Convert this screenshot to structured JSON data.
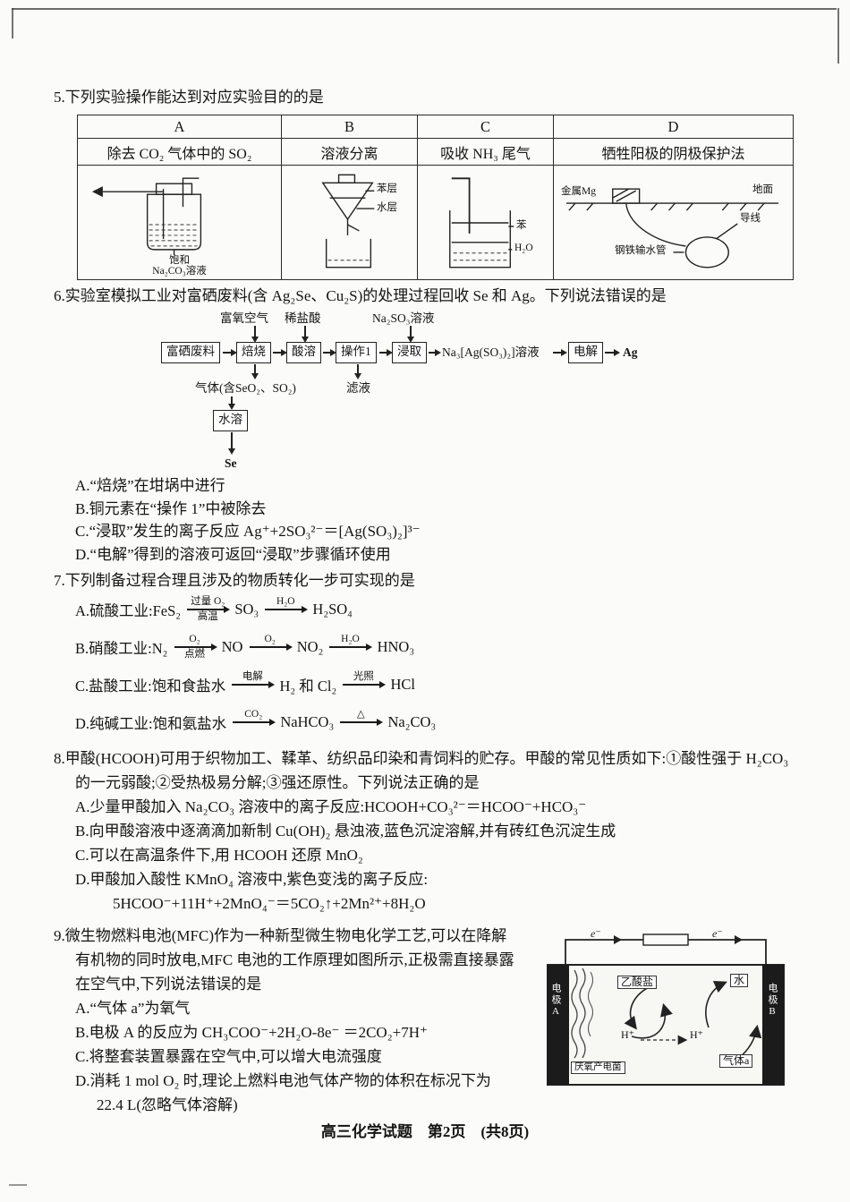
{
  "footer": "高三化学试题　第2页　(共8页)",
  "q5": {
    "stem": "5.下列实验操作能达到对应实验目的的是",
    "headers": [
      "A",
      "B",
      "C",
      "D"
    ],
    "purposes": [
      "除去 CO₂ 气体中的 SO₂",
      "溶液分离",
      "吸收 NH₃ 尾气",
      "牺牲阳极的阴极保护法"
    ],
    "figA": {
      "line1": "饱和",
      "line2": "Na₂CO₃溶液"
    },
    "figB": {
      "top": "苯层",
      "bottom": "水层"
    },
    "figC": {
      "top": "苯",
      "bottom": "H₂O"
    },
    "figD": {
      "mg": "金属Mg",
      "ground": "地面",
      "wire": "导线",
      "pipe": "钢铁输水管"
    }
  },
  "q6": {
    "stem": "6.实验室模拟工业对富硒废料(含 Ag₂Se、Cu₂S)的处理过程回收 Se 和 Ag。下列说法错误的是",
    "flow": {
      "input1": "富氧空气",
      "input2": "稀盐酸",
      "input3": "Na₂SO₃溶液",
      "box1": "富硒废料",
      "box2": "焙烧",
      "box3": "酸溶",
      "box4": "操作1",
      "box5": "浸取",
      "mid": "Na₃[Ag(SO₃)₂]溶液",
      "box6": "电解",
      "end": "Ag",
      "gas": "气体(含SeO₂、SO₂)",
      "filtrate": "滤液",
      "box7": "水溶",
      "se": "Se"
    },
    "options": [
      "A.“焙烧”在坩埚中进行",
      "B.铜元素在“操作 1”中被除去",
      "C.“浸取”发生的离子反应 Ag⁺+2SO₃²⁻＝[Ag(SO₃)₂]³⁻",
      "D.“电解”得到的溶液可返回“浸取”步骤循环使用"
    ]
  },
  "q7": {
    "stem": "7.下列制备过程合理且涉及的物质转化一步可实现的是",
    "options": [
      [
        "A.硫酸工业:FeS₂ ",
        {
          "above": "过量 O₂",
          "below": "高温"
        },
        " SO₃ ",
        {
          "above": "H₂O"
        },
        " H₂SO₄"
      ],
      [
        "B.硝酸工业:N₂ ",
        {
          "above": "O₂",
          "below": "点燃"
        },
        " NO ",
        {
          "above": "O₂"
        },
        " NO₂ ",
        {
          "above": "H₂O"
        },
        " HNO₃"
      ],
      [
        "C.盐酸工业:饱和食盐水 ",
        {
          "above": "电解"
        },
        " H₂ 和 Cl₂ ",
        {
          "above": "光照"
        },
        " HCl"
      ],
      [
        "D.纯碱工业:饱和氨盐水 ",
        {
          "above": "CO₂"
        },
        " NaHCO₃ ",
        {
          "above": "△"
        },
        " Na₂CO₃"
      ]
    ]
  },
  "q8": {
    "stem": "8.甲酸(HCOOH)可用于织物加工、鞣革、纺织品印染和青饲料的贮存。甲酸的常见性质如下:①酸性强于 H₂CO₃ 的一元弱酸;②受热极易分解;③强还原性。下列说法正确的是",
    "options": [
      "A.少量甲酸加入 Na₂CO₃ 溶液中的离子反应:HCOOH+CO₃²⁻＝HCOO⁻+HCO₃⁻",
      "B.向甲酸溶液中逐滴滴加新制 Cu(OH)₂ 悬浊液,蓝色沉淀溶解,并有砖红色沉淀生成",
      "C.可以在高温条件下,用 HCOOH 还原 MnO₂",
      "D.甲酸加入酸性 KMnO₄ 溶液中,紫色变浅的离子反应:"
    ],
    "d_equation": "5HCOO⁻+11H⁺+2MnO₄⁻＝5CO₂↑+2Mn²⁺+8H₂O"
  },
  "q9": {
    "stem": "9.微生物燃料电池(MFC)作为一种新型微生物电化学工艺,可以在降解有机物的同时放电,MFC 电池的工作原理如图所示,正极需直接暴露在空气中,下列说法错误的是",
    "options": [
      "A.“气体 a”为氧气",
      "B.电极 A 的反应为 CH₃COO⁻+2H₂O-8e⁻ ＝2CO₂+7H⁺",
      "C.将整套装置暴露在空气中,可以增大电流强度",
      "D.消耗 1 mol O₂ 时,理论上燃料电池气体产物的体积在标况下为 22.4 L(忽略气体溶解)"
    ],
    "fig": {
      "e1": "e⁻",
      "e2": "e⁻",
      "electrode_a": "电极A",
      "electrode_b": "电极B",
      "acetate": "乙酸盐",
      "water": "水",
      "h1": "H⁺",
      "h2": "H⁺",
      "gas": "气体a",
      "bacteria": "厌氧产电菌"
    }
  }
}
